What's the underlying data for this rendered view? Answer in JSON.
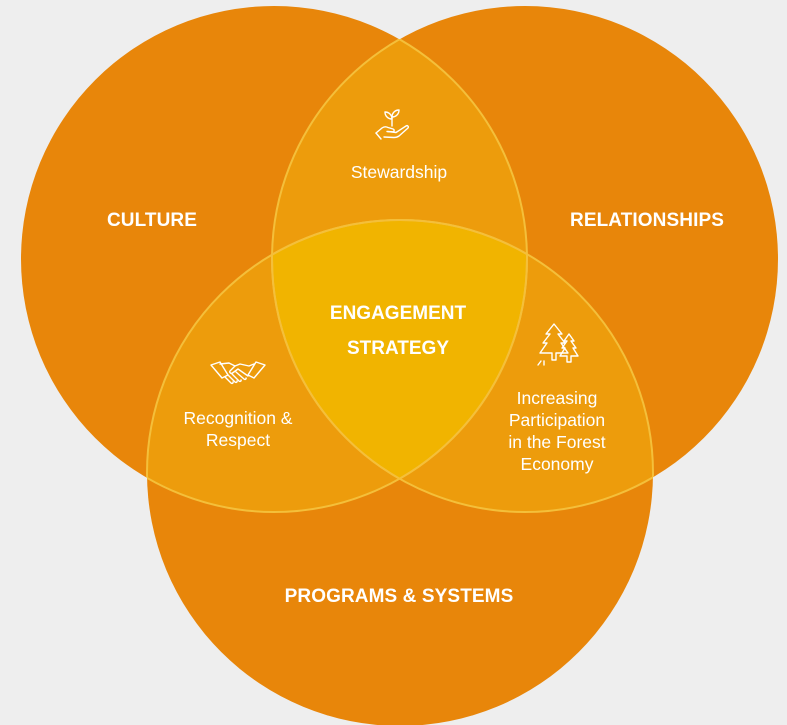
{
  "diagram": {
    "circles": [
      {
        "id": "culture",
        "label": "CULTURE"
      },
      {
        "id": "relationships",
        "label": "RELATIONSHIPS"
      },
      {
        "id": "programs",
        "label": "PROGRAMS & SYSTEMS"
      }
    ],
    "center": {
      "line1": "ENGAGEMENT",
      "line2": "STRATEGY"
    },
    "overlaps": {
      "top": {
        "label": "Stewardship",
        "icon": "hand-plant-icon"
      },
      "left": {
        "line1": "Recognition &",
        "line2": "Respect",
        "icon": "handshake-icon"
      },
      "right": {
        "line1": "Increasing",
        "line2": "Participation",
        "line3": "in the Forest",
        "line4": "Economy",
        "icon": "pine-trees-icon"
      }
    },
    "colors": {
      "background": "#eeeeee",
      "circle": "#e8860a",
      "pair_overlap": "#ed9c0c",
      "triple_overlap": "#f1b400",
      "outline": "#f4bf3a",
      "text": "#ffffff"
    }
  }
}
